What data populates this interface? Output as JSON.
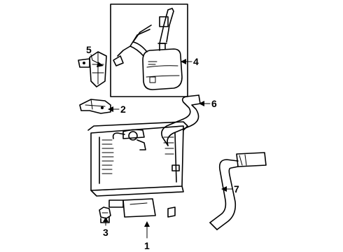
{
  "diagram": {
    "callouts": [
      {
        "id": "1",
        "text": "1"
      },
      {
        "id": "2",
        "text": "2"
      },
      {
        "id": "3",
        "text": "3"
      },
      {
        "id": "4",
        "text": "4"
      },
      {
        "id": "5",
        "text": "5"
      },
      {
        "id": "6",
        "text": "6"
      },
      {
        "id": "7",
        "text": "7"
      }
    ],
    "parts": [
      {
        "callout": "1",
        "name": "radiator"
      },
      {
        "callout": "2",
        "name": "bracket"
      },
      {
        "callout": "3",
        "name": "drain-plug"
      },
      {
        "callout": "4",
        "name": "reserve-tank-assembly"
      },
      {
        "callout": "5",
        "name": "tank-bracket"
      },
      {
        "callout": "6",
        "name": "upper-hose"
      },
      {
        "callout": "7",
        "name": "lower-hose"
      }
    ]
  }
}
